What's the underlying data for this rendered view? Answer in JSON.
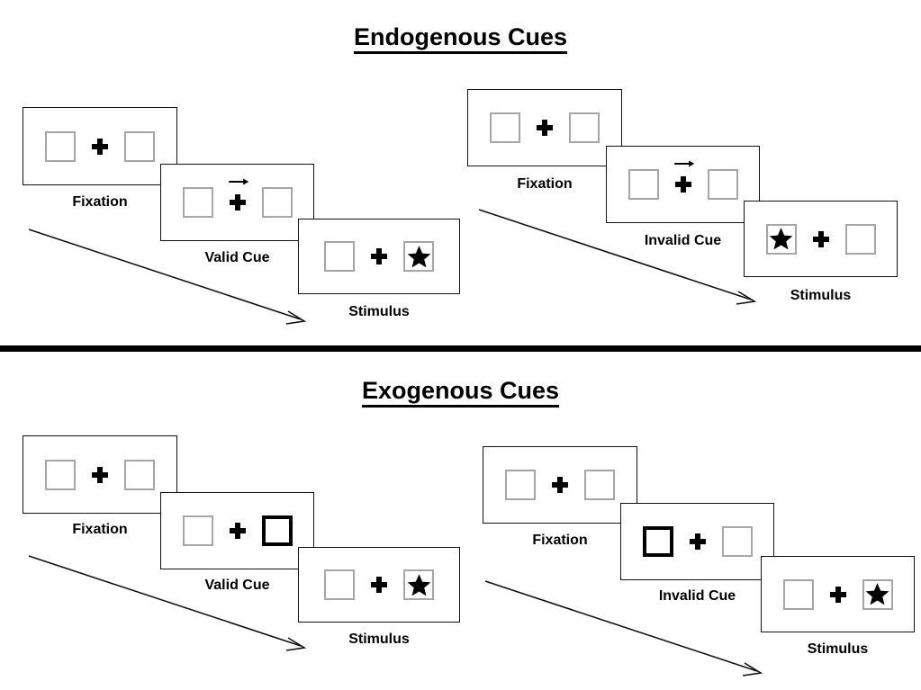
{
  "figure": {
    "kind": "posner-cueing-paradigm-diagram",
    "background_color": "#ffffff",
    "ink_color": "#000000",
    "box_outline_color": "#a6a6a6",
    "cued_box_outline_color": "#000000"
  },
  "sections": [
    {
      "id": "endogenous",
      "title": "Endogenous Cues",
      "groups": [
        {
          "id": "endogenous-valid",
          "frames": [
            {
              "label": "Fixation",
              "left_box": {
                "cued": false,
                "content": ""
              },
              "right_box": {
                "cued": false,
                "content": ""
              },
              "center": "plus",
              "arrow_cue": false
            },
            {
              "label": "Valid Cue",
              "left_box": {
                "cued": false,
                "content": ""
              },
              "right_box": {
                "cued": false,
                "content": ""
              },
              "center": "plus",
              "arrow_cue": true,
              "arrow_direction": "right"
            },
            {
              "label": "Stimulus",
              "left_box": {
                "cued": false,
                "content": ""
              },
              "right_box": {
                "cued": false,
                "content": "star"
              },
              "center": "plus",
              "arrow_cue": false
            }
          ]
        },
        {
          "id": "endogenous-invalid",
          "frames": [
            {
              "label": "Fixation",
              "left_box": {
                "cued": false,
                "content": ""
              },
              "right_box": {
                "cued": false,
                "content": ""
              },
              "center": "plus",
              "arrow_cue": false
            },
            {
              "label": "Invalid Cue",
              "left_box": {
                "cued": false,
                "content": ""
              },
              "right_box": {
                "cued": false,
                "content": ""
              },
              "center": "plus",
              "arrow_cue": true,
              "arrow_direction": "right"
            },
            {
              "label": "Stimulus",
              "left_box": {
                "cued": false,
                "content": "star"
              },
              "right_box": {
                "cued": false,
                "content": ""
              },
              "center": "plus",
              "arrow_cue": false
            }
          ]
        }
      ]
    },
    {
      "id": "exogenous",
      "title": "Exogenous Cues",
      "groups": [
        {
          "id": "exogenous-valid",
          "frames": [
            {
              "label": "Fixation",
              "left_box": {
                "cued": false,
                "content": ""
              },
              "right_box": {
                "cued": false,
                "content": ""
              },
              "center": "plus",
              "arrow_cue": false
            },
            {
              "label": "Valid Cue",
              "left_box": {
                "cued": false,
                "content": ""
              },
              "right_box": {
                "cued": true,
                "content": ""
              },
              "center": "plus",
              "arrow_cue": false
            },
            {
              "label": "Stimulus",
              "left_box": {
                "cued": false,
                "content": ""
              },
              "right_box": {
                "cued": false,
                "content": "star"
              },
              "center": "plus",
              "arrow_cue": false
            }
          ]
        },
        {
          "id": "exogenous-invalid",
          "frames": [
            {
              "label": "Fixation",
              "left_box": {
                "cued": false,
                "content": ""
              },
              "right_box": {
                "cued": false,
                "content": ""
              },
              "center": "plus",
              "arrow_cue": false
            },
            {
              "label": "Invalid Cue",
              "left_box": {
                "cued": true,
                "content": ""
              },
              "right_box": {
                "cued": false,
                "content": ""
              },
              "center": "plus",
              "arrow_cue": false
            },
            {
              "label": "Stimulus",
              "left_box": {
                "cued": false,
                "content": ""
              },
              "right_box": {
                "cued": false,
                "content": "star"
              },
              "center": "plus",
              "arrow_cue": false
            }
          ]
        }
      ]
    }
  ],
  "time_arrows": {
    "count": 4,
    "direction": "down-right",
    "meaning": "time"
  }
}
